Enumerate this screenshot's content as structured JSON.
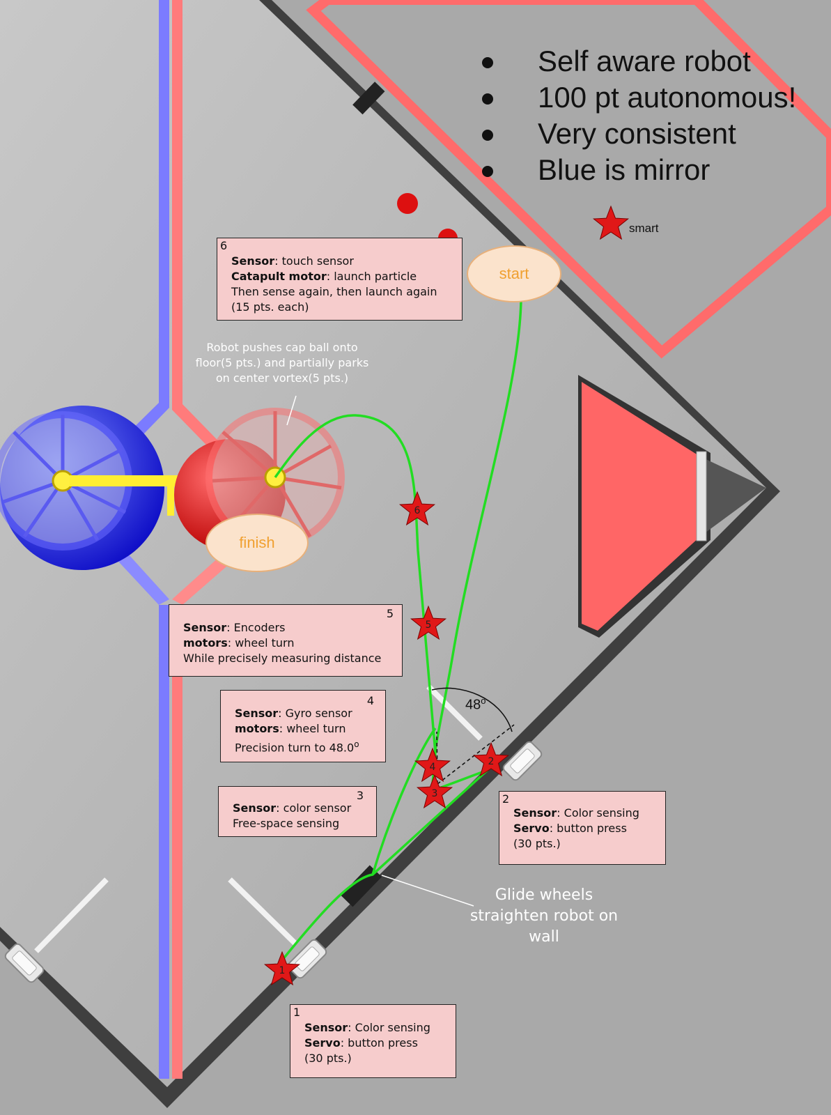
{
  "bullets": [
    "Self aware robot",
    "100 pt autonomous!",
    "Very consistent",
    "Blue is mirror"
  ],
  "legend": {
    "label": "smart"
  },
  "markers": {
    "start": "start",
    "finish": "finish"
  },
  "steps": [
    {
      "num": "1",
      "lines": [
        {
          "bold": "Sensor",
          "text": ": Color sensing"
        },
        {
          "bold": "Servo",
          "text": ":  button press"
        },
        {
          "bold": "",
          "text": "(30 pts.)"
        }
      ]
    },
    {
      "num": "2",
      "lines": [
        {
          "bold": "Sensor",
          "text": ": Color sensing"
        },
        {
          "bold": "Servo",
          "text": ":  button press"
        },
        {
          "bold": "",
          "text": "(30 pts.)"
        }
      ]
    },
    {
      "num": "3",
      "lines": [
        {
          "bold": "Sensor",
          "text": ": color sensor"
        },
        {
          "bold": "",
          "text": "Free-space sensing"
        }
      ]
    },
    {
      "num": "4",
      "lines": [
        {
          "bold": "Sensor",
          "text": ": Gyro sensor"
        },
        {
          "bold": "motors",
          "text": ":  wheel turn"
        },
        {
          "bold": "",
          "text": "Precision turn to 48.0"
        }
      ]
    },
    {
      "num": "5",
      "lines": [
        {
          "bold": "Sensor",
          "text": ": Encoders"
        },
        {
          "bold": "motors",
          "text": ":  wheel turn"
        },
        {
          "bold": "",
          "text": "While precisely measuring distance"
        }
      ]
    },
    {
      "num": "6",
      "lines": [
        {
          "bold": "Sensor",
          "text": ": touch sensor"
        },
        {
          "bold": "Catapult motor",
          "text": ":  launch particle"
        },
        {
          "bold": "",
          "text": "Then sense again, then launch again"
        },
        {
          "bold": "",
          "text": "(15 pts. each)"
        }
      ]
    }
  ],
  "notes": {
    "cap_ball": [
      "Robot pushes cap ball onto",
      "floor(5 pts.) and partially parks",
      "on center vortex(5 pts.)"
    ],
    "glide": [
      "Glide wheels",
      "straighten robot on",
      "wall"
    ]
  },
  "turn_angle": "48",
  "degree_mark": "o",
  "star_labels": [
    "1",
    "2",
    "3",
    "4",
    "5",
    "6"
  ],
  "colors": {
    "path": "#22dd22",
    "star": "#e01818",
    "red_alliance": "#ff6b6b",
    "blue_alliance": "#7b7bff",
    "box_fill": "#f6cccc"
  }
}
